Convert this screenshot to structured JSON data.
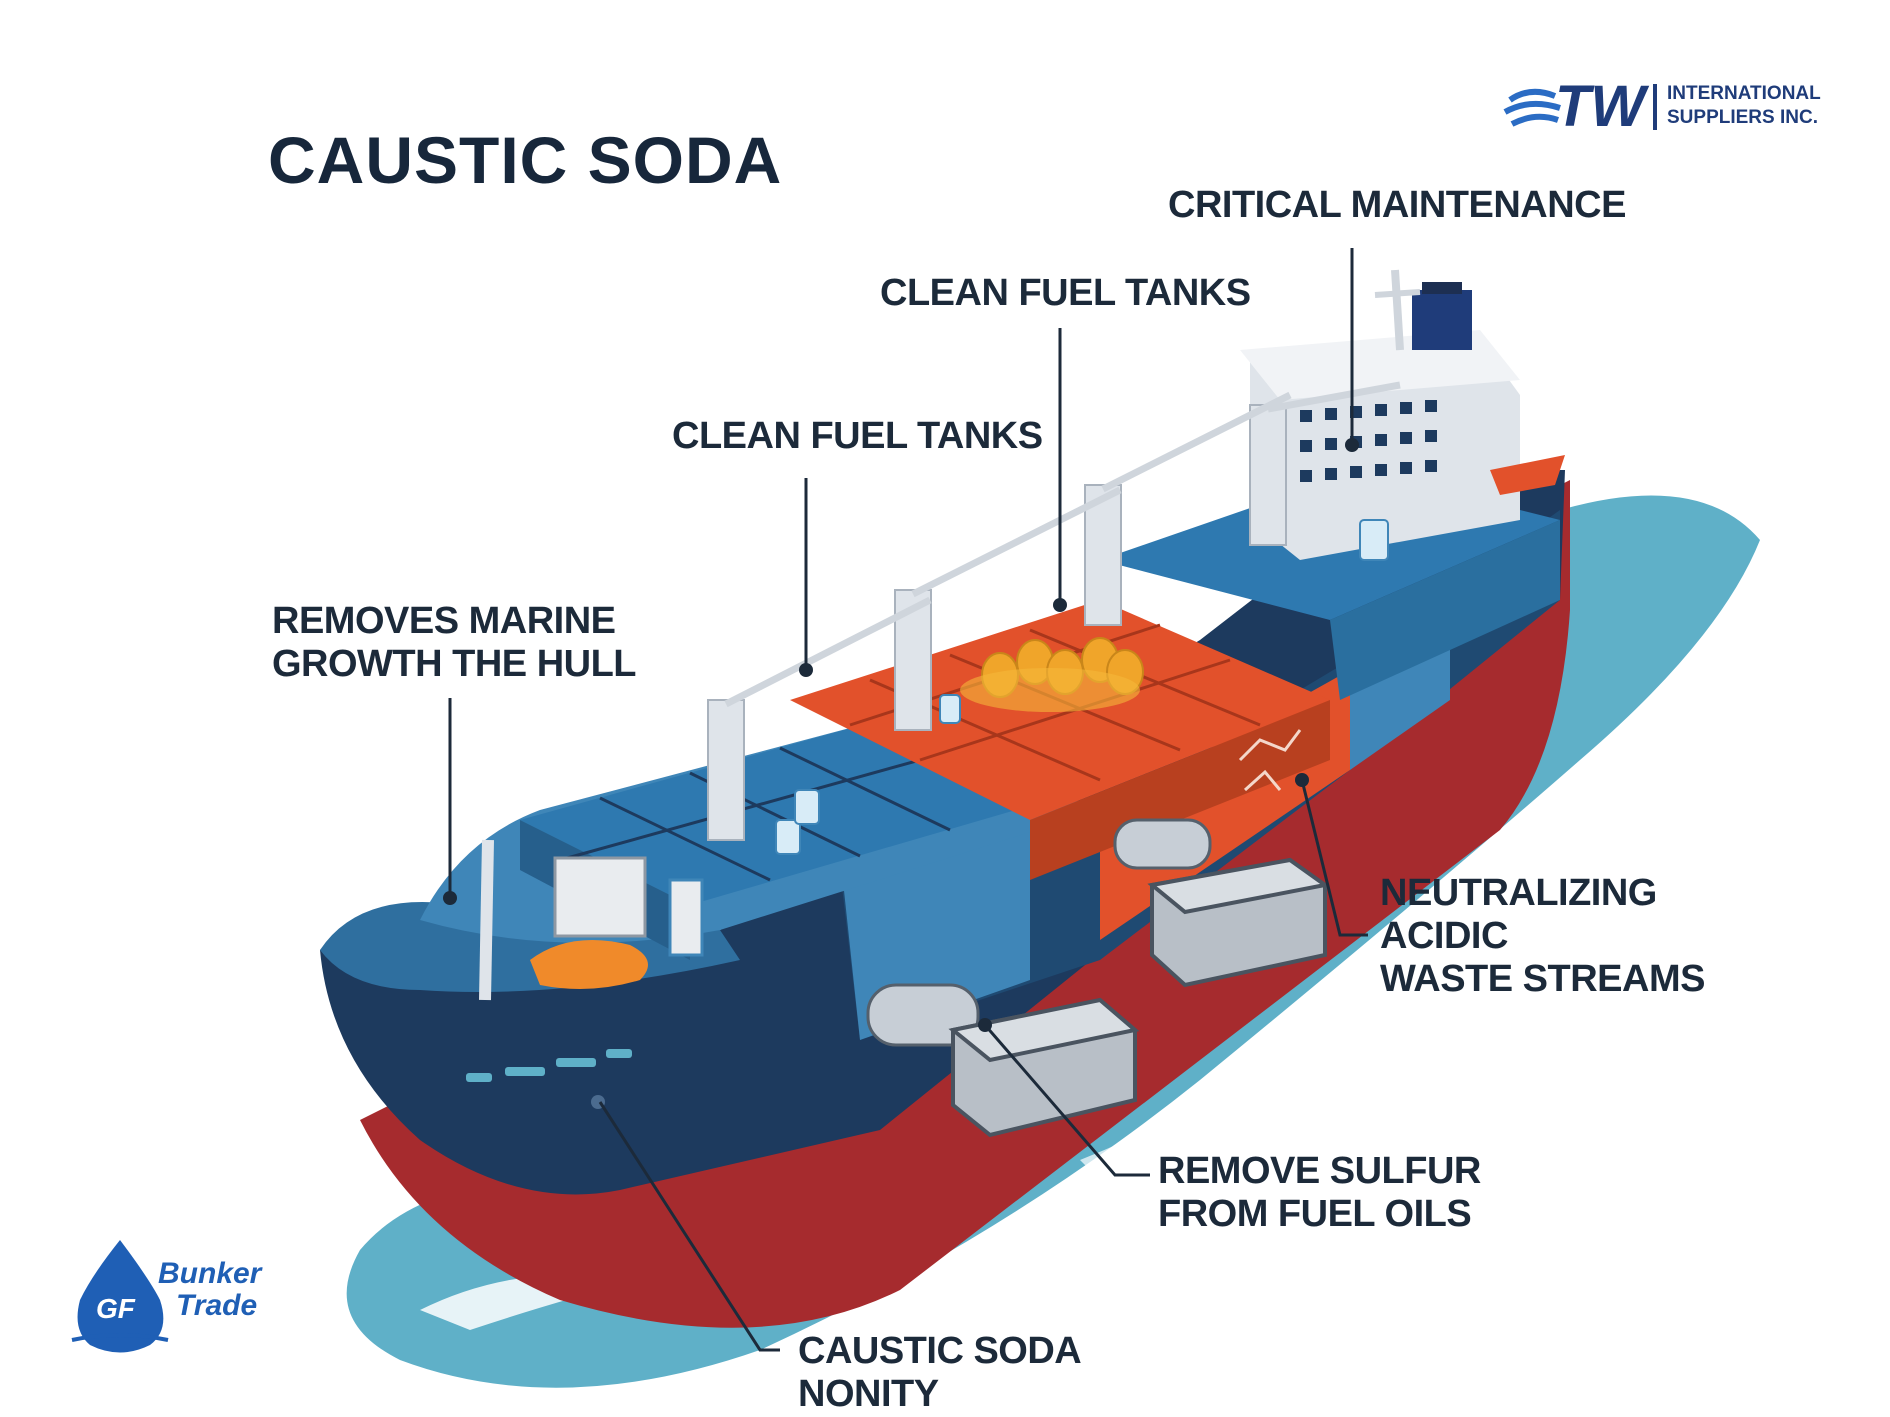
{
  "title": "CAUSTIC SODA",
  "logos": {
    "tw": {
      "mark": "TW",
      "line1": "INTERNATIONAL",
      "line2": "SUPPLIERS INC."
    },
    "bunker": {
      "mark": "GF",
      "line1": "Bunker",
      "line2": "Trade"
    }
  },
  "callouts": {
    "critical_maintenance": {
      "line1": "CRITICAL MAINTENANCE"
    },
    "clean_fuel_tanks_upper": {
      "line1": "CLEAN FUEL TANKS"
    },
    "clean_fuel_tanks_lower": {
      "line1": "CLEAN FUEL TANKS"
    },
    "removes_marine_growth": {
      "line1": "REMOVES MARINE",
      "line2": "GROWTH THE HULL"
    },
    "neutralizing": {
      "line1": "NEUTRALIZING",
      "line2": "ACIDIC",
      "line3": "WASTE STREAMS"
    },
    "remove_sulfur": {
      "line1": "REMOVE SULFUR",
      "line2": "FROM FUEL OILS"
    },
    "caustic_soda_nonity": {
      "line1": "CAUSTIC SODA",
      "line2": "NONITY"
    }
  },
  "colors": {
    "hull_navy": "#1d3a5e",
    "hull_red": "#a62b2e",
    "deck_blue": "#3f86b8",
    "cargo_orange": "#e2512b",
    "water": "#5fb0c8",
    "text": "#1c2a3a",
    "brand_blue": "#1f3c7a"
  }
}
